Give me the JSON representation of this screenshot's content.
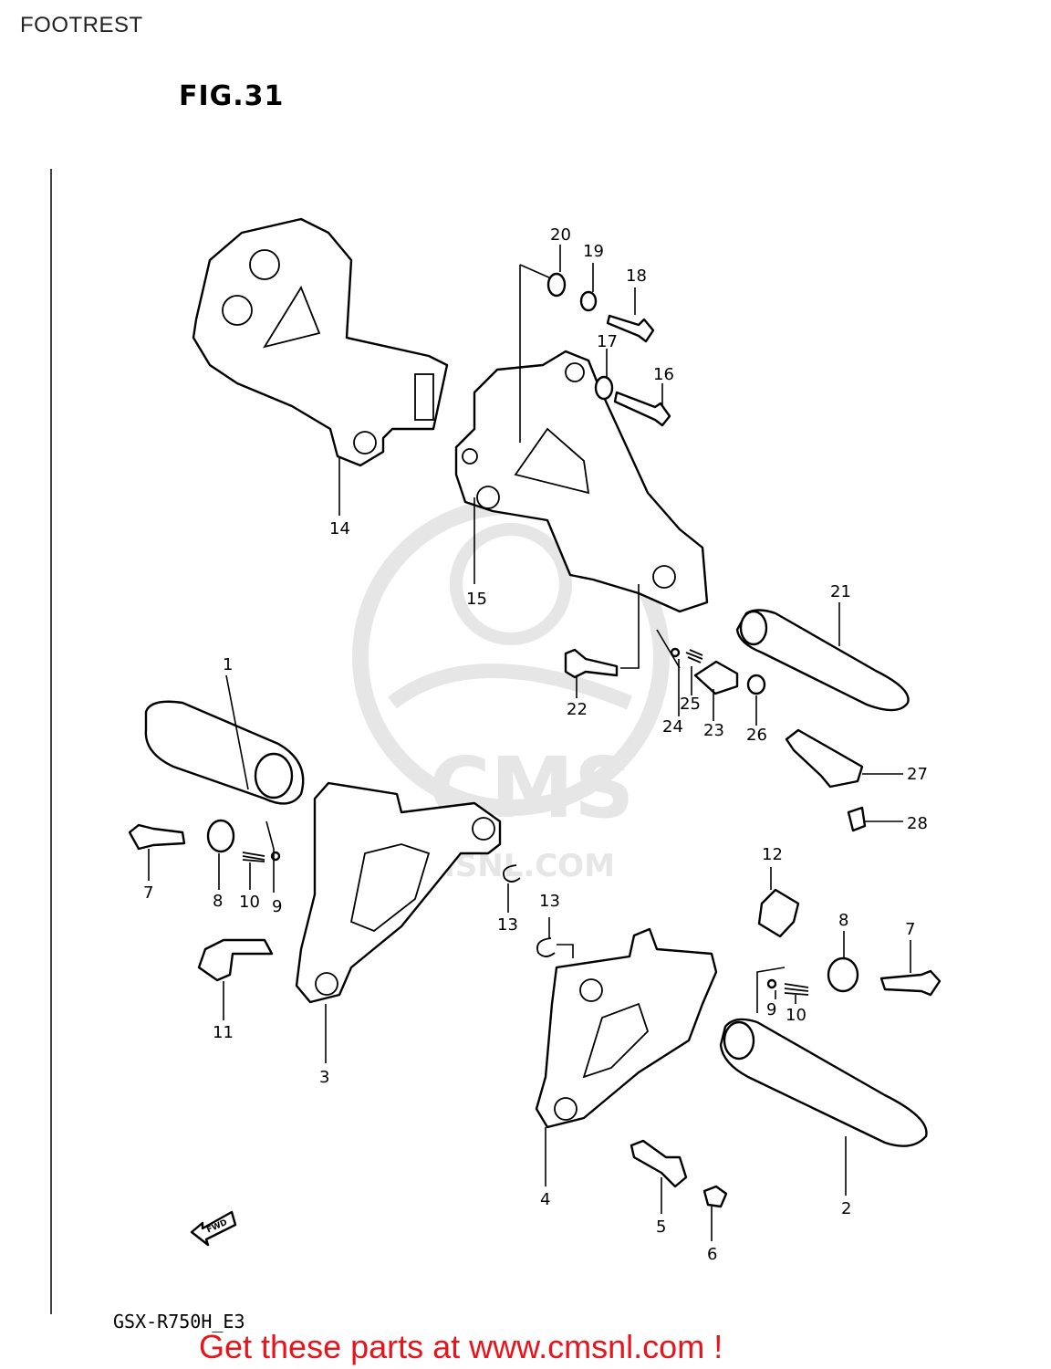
{
  "header": {
    "title": "FOOTREST"
  },
  "figure": {
    "label": "FIG.31",
    "model_code": "GSX-R750H_E3"
  },
  "watermark": {
    "text": "CMS",
    "url_text": "CMSNL.COM"
  },
  "fwd_arrow": {
    "label": "FWD"
  },
  "callouts": [
    {
      "no": "1"
    },
    {
      "no": "2"
    },
    {
      "no": "3"
    },
    {
      "no": "4"
    },
    {
      "no": "5"
    },
    {
      "no": "6"
    },
    {
      "no": "7"
    },
    {
      "no": "7"
    },
    {
      "no": "8"
    },
    {
      "no": "8"
    },
    {
      "no": "9"
    },
    {
      "no": "9"
    },
    {
      "no": "10"
    },
    {
      "no": "10"
    },
    {
      "no": "11"
    },
    {
      "no": "12"
    },
    {
      "no": "13"
    },
    {
      "no": "13"
    },
    {
      "no": "14"
    },
    {
      "no": "15"
    },
    {
      "no": "16"
    },
    {
      "no": "17"
    },
    {
      "no": "18"
    },
    {
      "no": "19"
    },
    {
      "no": "20"
    },
    {
      "no": "21"
    },
    {
      "no": "22"
    },
    {
      "no": "23"
    },
    {
      "no": "24"
    },
    {
      "no": "25"
    },
    {
      "no": "26"
    },
    {
      "no": "27"
    },
    {
      "no": "28"
    }
  ],
  "footer": {
    "cta": "Get these parts at www.cmsnl.com !"
  },
  "colors": {
    "cta": "#e8141c",
    "watermark": "#e6e6e6",
    "line": "#000000"
  }
}
